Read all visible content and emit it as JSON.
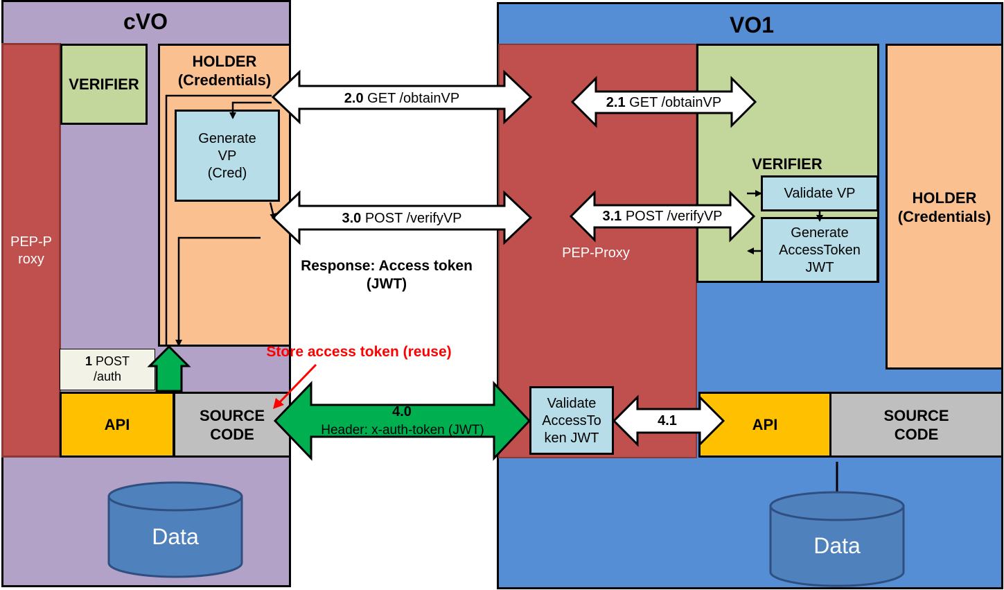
{
  "cvo": {
    "title": "cVO",
    "pep_label": "PEP-P\nroxy",
    "verifier": "VERIFIER",
    "holder": "HOLDER\n(Credentials)",
    "generate_vp": "Generate\nVP\n(Cred)",
    "post_auth_num": "1",
    "post_auth_text": " POST\n/auth",
    "api": "API",
    "source_code": "SOURCE\nCODE",
    "data": "Data"
  },
  "vo1": {
    "title": "VO1",
    "pep_label": "PEP-Proxy",
    "verifier": "VERIFIER",
    "validate_vp": "Validate VP",
    "generate_token": "Generate\nAccessToken\nJWT",
    "holder": "HOLDER\n(Credentials)",
    "validate_token": "Validate\nAccessTo\nken JWT",
    "api": "API",
    "source_code": "SOURCE\nCODE",
    "data": "Data"
  },
  "messages": {
    "get_obtain_vp_num": "2.0",
    "get_obtain_vp_text": " GET /obtainVP",
    "get_obtain_vp_vo1_num": "2.1",
    "get_obtain_vp_vo1_text": " GET /obtainVP",
    "post_verify_vp_num": "3.0",
    "post_verify_vp_text": " POST /verifyVP",
    "post_verify_vp_vo1_num": "3.1",
    "post_verify_vp_vo1_text": " POST /verifyVP",
    "response": "Response: Access token\n(JWT)",
    "store_token": "Store access token (reuse)",
    "header_num": "4.0",
    "header_text": "Header: x-auth-token (JWT)",
    "api_call_num": "4.1"
  },
  "colors": {
    "cvo_bg": "#b3a2c7",
    "vo1_bg": "#558ed5",
    "pep": "#c0504d",
    "verifier": "#c3d69b",
    "holder": "#fac090",
    "process": "#b7dee8",
    "api": "#ffc000",
    "source": "#bfbfbf",
    "data": "#4f81bd",
    "header_arrow": "#00b050",
    "store_text": "#ff0000"
  }
}
